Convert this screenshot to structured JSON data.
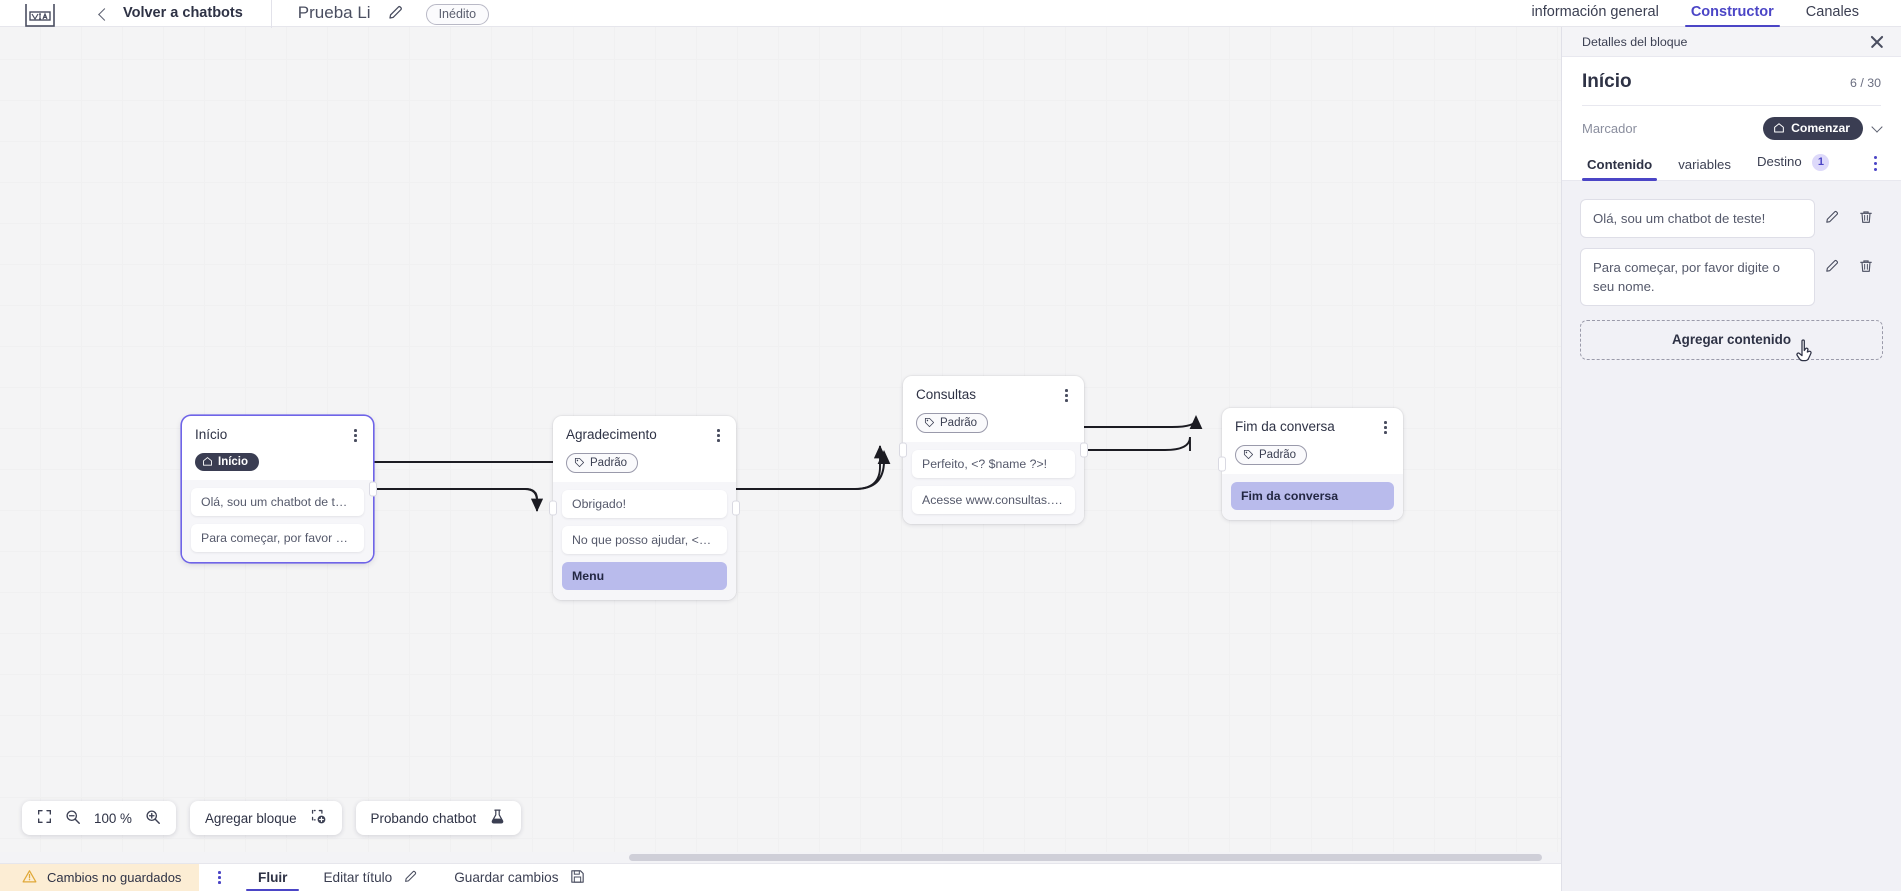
{
  "topbar": {
    "logo_icon": "vtia-logo-icon",
    "back_icon": "chevron-left-icon",
    "back_label": "Volver a chatbots",
    "bot_title": "Prueba Li",
    "edit_icon": "pencil-icon",
    "status_badge": "Inédito",
    "tabs": [
      {
        "label": "información general",
        "active": false
      },
      {
        "label": "Constructor",
        "active": true
      },
      {
        "label": "Canales",
        "active": false
      }
    ]
  },
  "canvas": {
    "nodes": [
      {
        "title": "Início",
        "tag": {
          "label": "Início",
          "style": "dark",
          "icon": "home-icon"
        },
        "messages": [
          {
            "text": "Olá, sou um chatbot de teste!",
            "accent": false
          },
          {
            "text": "Para começar, por favor digite o ...",
            "accent": false
          }
        ],
        "selected": true
      },
      {
        "title": "Agradecimento",
        "tag": {
          "label": "Padrão",
          "style": "outline",
          "icon": "tag-icon"
        },
        "messages": [
          {
            "text": "Obrigado!",
            "accent": false
          },
          {
            "text": "No que posso ajudar, <? $name ...",
            "accent": false
          },
          {
            "text": "Menu",
            "accent": true
          }
        ],
        "selected": false
      },
      {
        "title": "Consultas",
        "tag": {
          "label": "Padrão",
          "style": "outline",
          "icon": "tag-icon"
        },
        "messages": [
          {
            "text": "Perfeito, <? $name ?>!",
            "accent": false
          },
          {
            "text": "Acesse www.consultas.com par...",
            "accent": false
          }
        ],
        "selected": false
      },
      {
        "title": "Fim da conversa",
        "tag": {
          "label": "Padrão",
          "style": "outline",
          "icon": "tag-icon"
        },
        "messages": [
          {
            "text": "Fim da conversa",
            "accent": true
          }
        ],
        "selected": false
      }
    ],
    "toolbar": {
      "fit_icon": "fit-screen-icon",
      "zoom_out_icon": "zoom-out-icon",
      "zoom_level": "100 %",
      "zoom_in_icon": "zoom-in-icon",
      "add_block_label": "Agregar bloque",
      "add_block_icon": "add-block-icon",
      "test_label": "Probando chatbot",
      "test_icon": "flask-icon"
    }
  },
  "bottombar": {
    "unsaved_icon": "warning-icon",
    "unsaved_label": "Cambios no guardados",
    "kebab_icon": "kebab-menu-icon",
    "items": [
      {
        "label": "Fluir",
        "active": true,
        "icon": null
      },
      {
        "label": "Editar título",
        "active": false,
        "icon": "pencil-icon"
      },
      {
        "label": "Guardar cambios",
        "active": false,
        "icon": "save-icon"
      }
    ]
  },
  "panel": {
    "header_title": "Detalles del bloque",
    "close_icon": "close-icon",
    "block_title": "Início",
    "counter": "6 / 30",
    "marker_label": "Marcador",
    "marker_badge": "Comenzar",
    "marker_badge_icon": "home-icon",
    "marker_chevron_icon": "chevron-down-icon",
    "tabs": [
      {
        "label": "Contenido",
        "active": true,
        "count": null
      },
      {
        "label": "variables",
        "active": false,
        "count": null
      },
      {
        "label": "Destino",
        "active": false,
        "count": "1"
      }
    ],
    "tabs_kebab_icon": "kebab-menu-icon",
    "contents": [
      {
        "text": "Olá, sou um chatbot de teste!",
        "edit_icon": "pencil-icon",
        "delete_icon": "trash-icon"
      },
      {
        "text": "Para começar, por favor digite o seu nome.",
        "edit_icon": "pencil-icon",
        "delete_icon": "trash-icon"
      }
    ],
    "add_content_label": "Agregar contenido"
  },
  "colors": {
    "accent": "#4b45c6",
    "node_accent_msg": "#b9bbec",
    "dark_badge": "#3a3d52",
    "warning_bg": "#fcedd4"
  }
}
